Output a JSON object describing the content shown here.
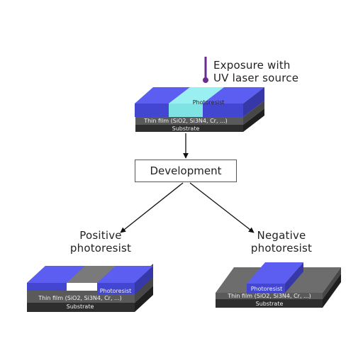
{
  "exposure": {
    "line1": "Exposure with",
    "line2": "UV laser source",
    "color": "#6a2c8e"
  },
  "development_label": "Development",
  "positive": {
    "line1": "Positive",
    "line2": "photoresist"
  },
  "negative": {
    "line1": "Negative",
    "line2": "photoresist"
  },
  "layers": {
    "photoresist": "Photoresist",
    "thin_film": "Thin film (SiO2, Si3N4, Cr, ...)",
    "substrate": "Substrate"
  },
  "colors": {
    "resist": "#4b4ee0",
    "exposed": "#7fe3e3",
    "film": "#5a5a5a",
    "substrate": "#2e2e2e"
  }
}
